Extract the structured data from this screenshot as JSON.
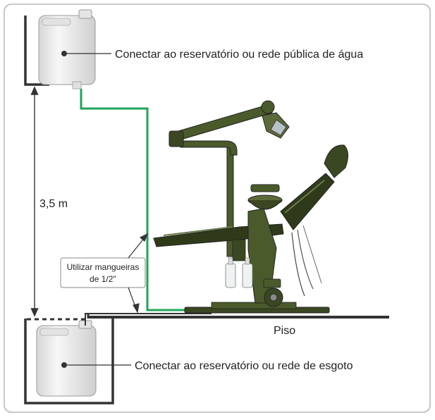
{
  "labels": {
    "top_connection": "Conectar ao reservatório ou rede pública de água",
    "height": "3,5 m",
    "hose_note_line1": "Utilizar mangueiras",
    "hose_note_line2": "de 1/2''",
    "floor": "Piso",
    "bottom_connection": "Conectar ao reservatório ou rede de esgoto"
  },
  "colors": {
    "frame": "#333333",
    "hose": "#21a35a",
    "chair": "#4a5a2a",
    "chair_dark": "#2f3a1a",
    "tank": "#eeeeee"
  },
  "icons": {
    "top_tank": "water-jerrycan-icon",
    "bottom_tank": "water-jerrycan-icon",
    "chair": "dental-chair-icon"
  }
}
